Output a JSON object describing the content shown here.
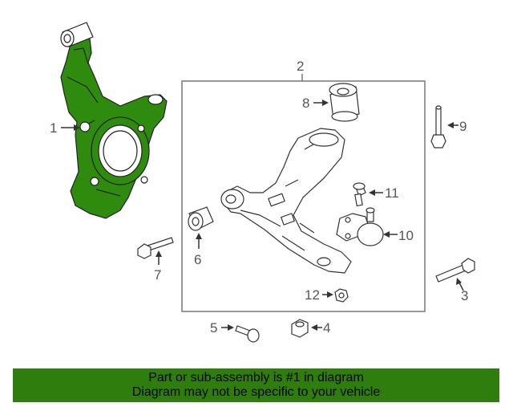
{
  "diagram": {
    "callouts": [
      {
        "id": "1",
        "label": "1"
      },
      {
        "id": "2",
        "label": "2"
      },
      {
        "id": "3",
        "label": "3"
      },
      {
        "id": "4",
        "label": "4"
      },
      {
        "id": "5",
        "label": "5"
      },
      {
        "id": "6",
        "label": "6"
      },
      {
        "id": "7",
        "label": "7"
      },
      {
        "id": "8",
        "label": "8"
      },
      {
        "id": "9",
        "label": "9"
      },
      {
        "id": "10",
        "label": "10"
      },
      {
        "id": "11",
        "label": "11"
      },
      {
        "id": "12",
        "label": "12"
      }
    ],
    "colors": {
      "highlight": "#2e8b0e",
      "banner": "#2e7d0d",
      "line": "#555555"
    }
  },
  "banner": {
    "line1": "Part or sub-assembly is #1 in diagram",
    "line2": "Diagram may not be specific to your vehicle"
  }
}
